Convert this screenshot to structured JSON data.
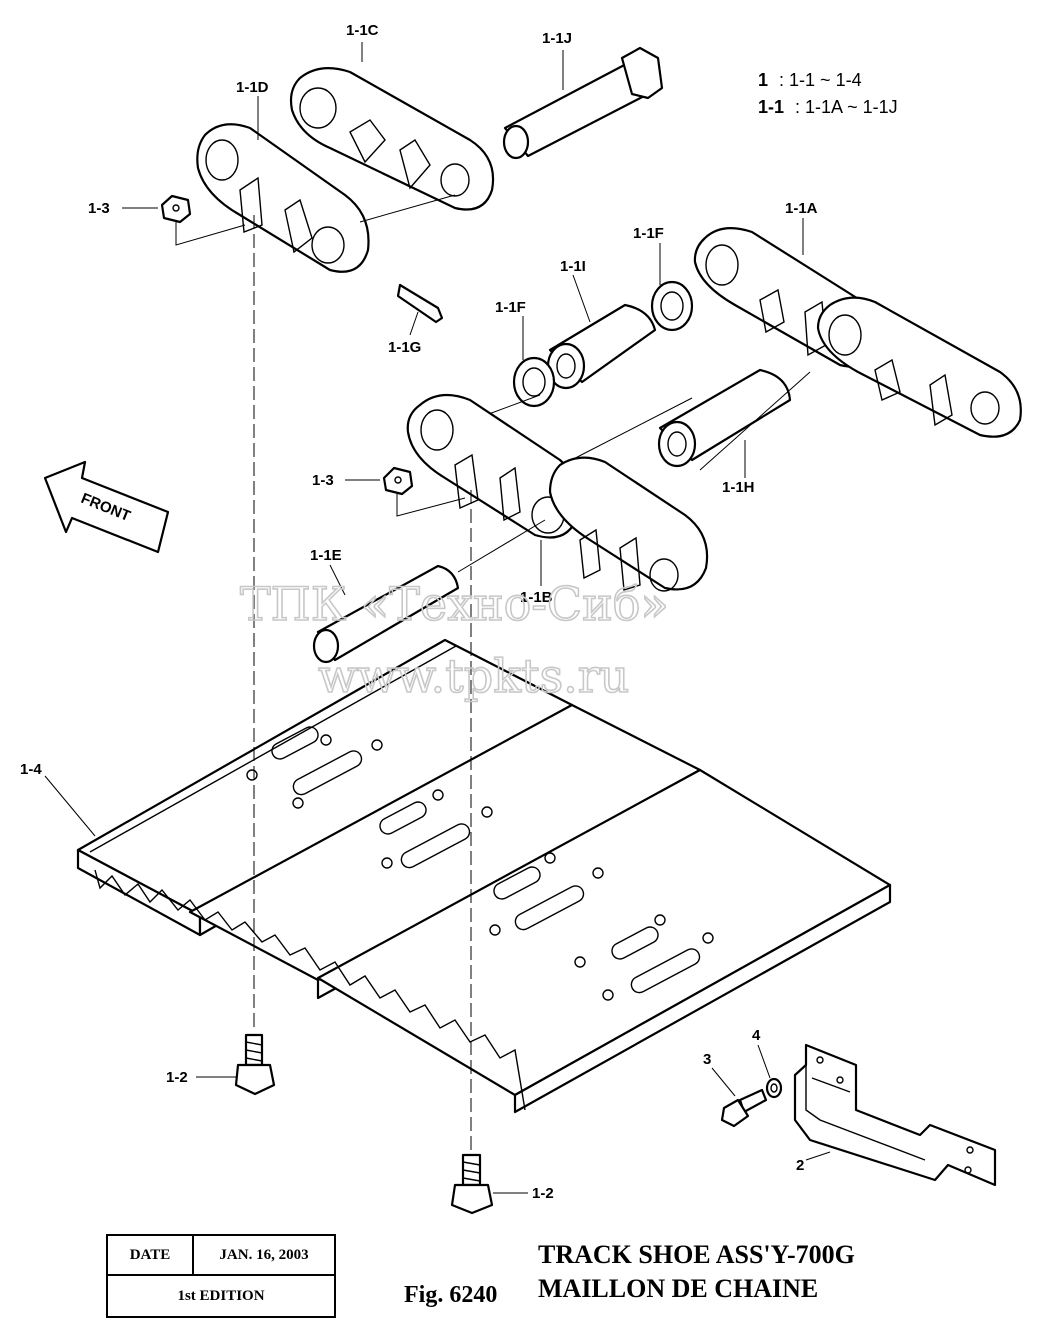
{
  "legend": {
    "line1_key": "1",
    "line1_val": ": 1-1 ~ 1-4",
    "line2_key": "1-1",
    "line2_val": ": 1-1A ~ 1-1J"
  },
  "labels": {
    "l_1_1C": "1-1C",
    "l_1_1J": "1-1J",
    "l_1_1D": "1-1D",
    "l_1_3_top": "1-3",
    "l_1_1G": "1-1G",
    "l_1_1F_right": "1-1F",
    "l_1_1A": "1-1A",
    "l_1_1I": "1-1I",
    "l_1_1F_left": "1-1F",
    "l_1_3_mid": "1-3",
    "l_1_1H": "1-1H",
    "l_1_1E": "1-1E",
    "l_1_1B": "1-1B",
    "l_1_4": "1-4",
    "l_3": "3",
    "l_4": "4",
    "l_2": "2",
    "l_1_2_left": "1-2",
    "l_1_2_bottom": "1-2"
  },
  "front_arrow": "FRONT",
  "watermark": {
    "line1": "ТПК «Техно-Сиб»",
    "line2": "www.tpkts.ru"
  },
  "title_block": {
    "date_label": "DATE",
    "date_value": "JAN. 16, 2003",
    "edition": "1st EDITION"
  },
  "figure": {
    "number": "Fig. 6240",
    "title_en": "TRACK SHOE ASS'Y-700G",
    "title_fr": "MAILLON DE CHAINE"
  }
}
